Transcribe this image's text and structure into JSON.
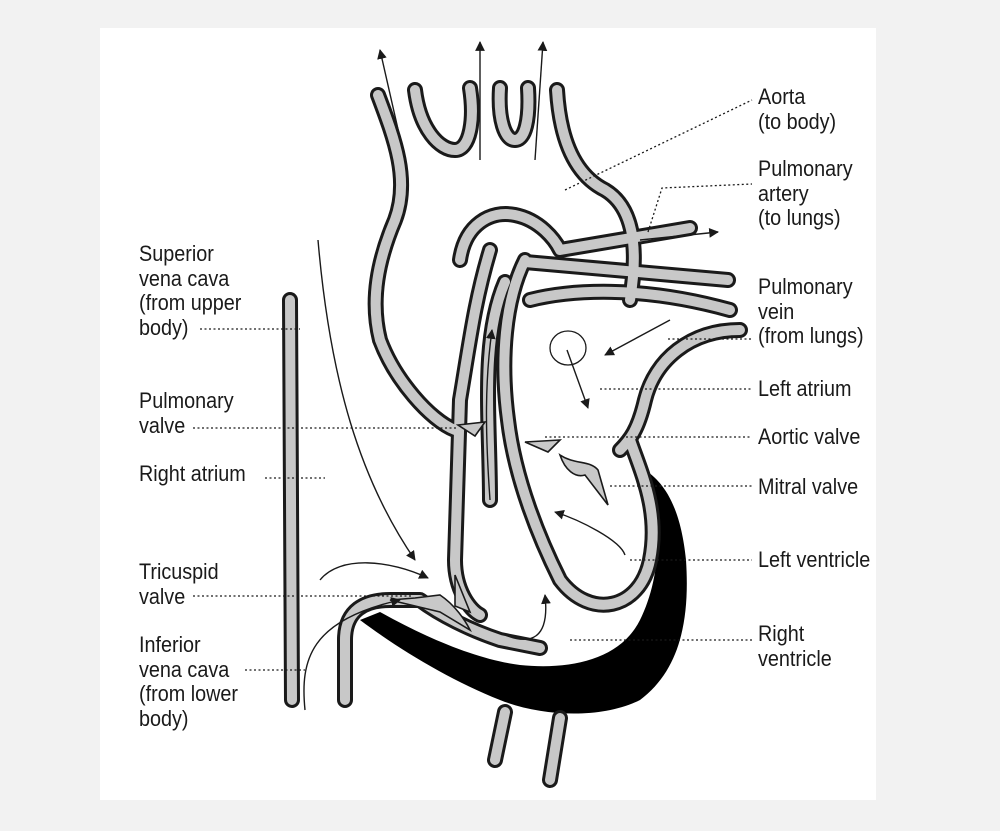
{
  "colors": {
    "background": "#f2f2f2",
    "panel": "#ffffff",
    "wall_fill": "#c8c8c8",
    "outline": "#1a1a1a",
    "muscle": "#000000"
  },
  "labels": {
    "aorta": [
      "Aorta",
      "(to body)"
    ],
    "pulmonary_artery": [
      "Pulmonary",
      "artery",
      "(to lungs)"
    ],
    "pulmonary_vein": [
      "Pulmonary",
      "vein",
      "(from lungs)"
    ],
    "left_atrium": [
      "Left atrium"
    ],
    "aortic_valve": [
      "Aortic valve"
    ],
    "mitral_valve": [
      "Mitral valve"
    ],
    "left_ventricle": [
      "Left ventricle"
    ],
    "right_ventricle": [
      "Right",
      "ventricle"
    ],
    "superior_vena_cava": [
      "Superior",
      "vena cava",
      "(from upper",
      "body)"
    ],
    "pulmonary_valve": [
      "Pulmonary",
      "valve"
    ],
    "right_atrium": [
      "Right atrium"
    ],
    "tricuspid_valve": [
      "Tricuspid",
      "valve"
    ],
    "inferior_vena_cava": [
      "Inferior",
      "vena cava",
      "(from lower",
      "body)"
    ]
  }
}
